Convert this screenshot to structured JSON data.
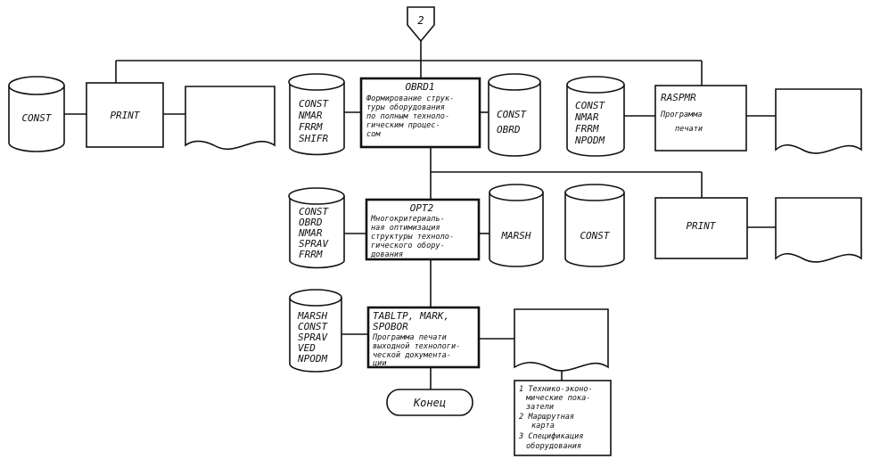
{
  "connector": {
    "label": "2"
  },
  "row1": {
    "db_const": [
      "CONST"
    ],
    "print_box": [
      "PRINT"
    ],
    "db_inputs": [
      "CONST",
      "NMAR",
      "FRRM",
      "SHIFR"
    ],
    "proc_obrd1": {
      "title": "OBRD1",
      "desc": [
        "Формирование струк-",
        "туры оборудования",
        "по полным техноло-",
        "гическим процес-",
        "сом"
      ]
    },
    "db_obrd": [
      "CONST",
      "OBRD"
    ],
    "db_out": [
      "CONST",
      "NMAR",
      "FRRM",
      "NPODM"
    ],
    "proc_raspmr": {
      "title": "RASPMR",
      "desc": [
        "Программа",
        "печати"
      ]
    }
  },
  "row2": {
    "db_inputs": [
      "CONST",
      "OBRD",
      "NMAR",
      "SPRAV",
      "FRRM"
    ],
    "proc_opt2": {
      "title": "OPT2",
      "desc": [
        "Многокритериаль-",
        "ная оптимизация",
        "структуры техноло-",
        "гического обору-",
        "дования"
      ]
    },
    "db_marsh": [
      "MARSH"
    ],
    "db_const": [
      "CONST"
    ],
    "print_box": [
      "PRINT"
    ]
  },
  "row3": {
    "db_inputs": [
      "MARSH",
      "CONST",
      "SPRAV",
      "VED",
      "NPODM"
    ],
    "proc_tabltp": {
      "title": [
        "TABLTP, MARK,",
        "SPOBOR"
      ],
      "desc": [
        "Программа печати",
        "выходной технологи-",
        "ческой документа-",
        "ции"
      ]
    },
    "terminator": [
      "Конец"
    ],
    "doc_list": [
      "1 Технико-эконо-",
      "мические пока-",
      "затели",
      "2 Маршрутная",
      "карта",
      "3 Спецификация",
      "оборудования"
    ]
  }
}
